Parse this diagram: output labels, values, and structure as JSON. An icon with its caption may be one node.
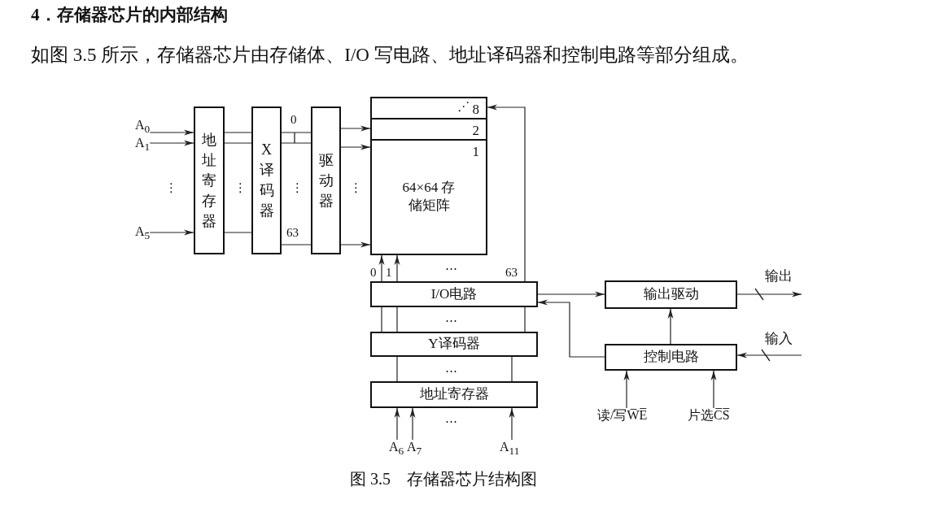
{
  "diagram": {
    "title": "4．存储器芯片的内部结构",
    "caption": "图 3.5　存储器芯片结构图",
    "nodes": [
      {
        "text": [
          "A$_{0}$"
        ]
      },
      {
        "text": [
          "A$_{1}$"
        ]
      },
      {
        "text": [
          "A$_{5}$"
        ]
      },
      {
        "text": [
          "地址寄存器"
        ]
      },
      {
        "text": [
          "X译码器"
        ]
      },
      {
        "text": [
          "驱动器"
        ]
      },
      {
        "text": [
          "8"
        ]
      },
      {
        "text": [
          "2"
        ]
      },
      {
        "text": [
          "1",
          "64×64 存储矩阵"
        ]
      },
      {
        "text": [
          "I/O电路"
        ]
      },
      {
        "text": [
          "Y译码器"
        ]
      },
      {
        "text": [
          "地址寄存器"
        ]
      },
      {
        "text": [
          "A$_{6}$"
        ]
      },
      {
        "text": [
          "A$_{7}$"
        ]
      },
      {
        "text": [
          "A$_{11}$"
        ]
      },
      {
        "text": [
          "输出驱动"
        ]
      },
      {
        "text": [
          "控制电路"
        ]
      },
      {
        "text": [
          "读/写W̅E̅"
        ]
      },
      {
        "text": [
          "片选C̅S̅"
        ]
      }
    ],
    "edges": [
      {
        "from": 0,
        "to": 3,
        "arrow": "to"
      },
      {
        "from": 1,
        "to": 3,
        "arrow": "to"
      },
      {
        "from": 2,
        "to": 3,
        "arrow": "to"
      },
      {
        "from": 3,
        "to": 4,
        "arrow": "none"
      },
      {
        "from": 3,
        "to": 4,
        "arrow": "none"
      },
      {
        "from": 3,
        "to": 4,
        "arrow": "none"
      },
      {
        "from": 4,
        "to": 5,
        "arrow": "none",
        "label": "0"
      },
      {
        "from": 4,
        "to": 5,
        "arrow": "none"
      },
      {
        "from": 4,
        "to": 5,
        "arrow": "none",
        "label": "63"
      },
      {
        "from": 5,
        "to": 7,
        "arrow": "to"
      },
      {
        "from": 5,
        "to": 8,
        "arrow": "to"
      },
      {
        "from": 5,
        "to": 8,
        "arrow": "to"
      },
      {
        "from": 9,
        "to": 8,
        "arrow": "to",
        "label": "0"
      },
      {
        "from": 9,
        "to": 8,
        "arrow": "to",
        "label": "1"
      },
      {
        "from": 9,
        "to": 6,
        "arrow": "to",
        "label": "63"
      },
      {
        "from": 10,
        "to": 9,
        "arrow": "none"
      },
      {
        "from": 10,
        "to": 9,
        "arrow": "none"
      },
      {
        "from": 10,
        "to": 9,
        "arrow": "none"
      },
      {
        "from": 11,
        "to": 10,
        "arrow": "none"
      },
      {
        "from": 11,
        "to": 10,
        "arrow": "none"
      },
      {
        "from": 12,
        "to": 11,
        "arrow": "to"
      },
      {
        "from": 13,
        "to": 11,
        "arrow": "to"
      },
      {
        "from": 14,
        "to": 11,
        "arrow": "to"
      },
      {
        "from": 9,
        "to": 15,
        "arrow": "to"
      },
      {
        "from": 16,
        "to": 9,
        "arrow": "to"
      },
      {
        "from": 16,
        "to": 15,
        "arrow": "to"
      },
      {
        "from": 15,
        "to": null,
        "arrow": "to",
        "label": "输出"
      },
      {
        "from": null,
        "to": 16,
        "arrow": "to",
        "label": "输入"
      },
      {
        "from": 17,
        "to": 16,
        "arrow": "to"
      },
      {
        "from": 18,
        "to": 16,
        "arrow": "to"
      }
    ],
    "labels": [
      "如图 3.5 所示，存储器芯片由存储体、I/O 写电路、地址译码器和控制电路等部分组成。",
      "⋰",
      "⋮",
      "⋮",
      "⋮",
      "⋮",
      "…",
      "…",
      "…",
      "…"
    ]
  }
}
